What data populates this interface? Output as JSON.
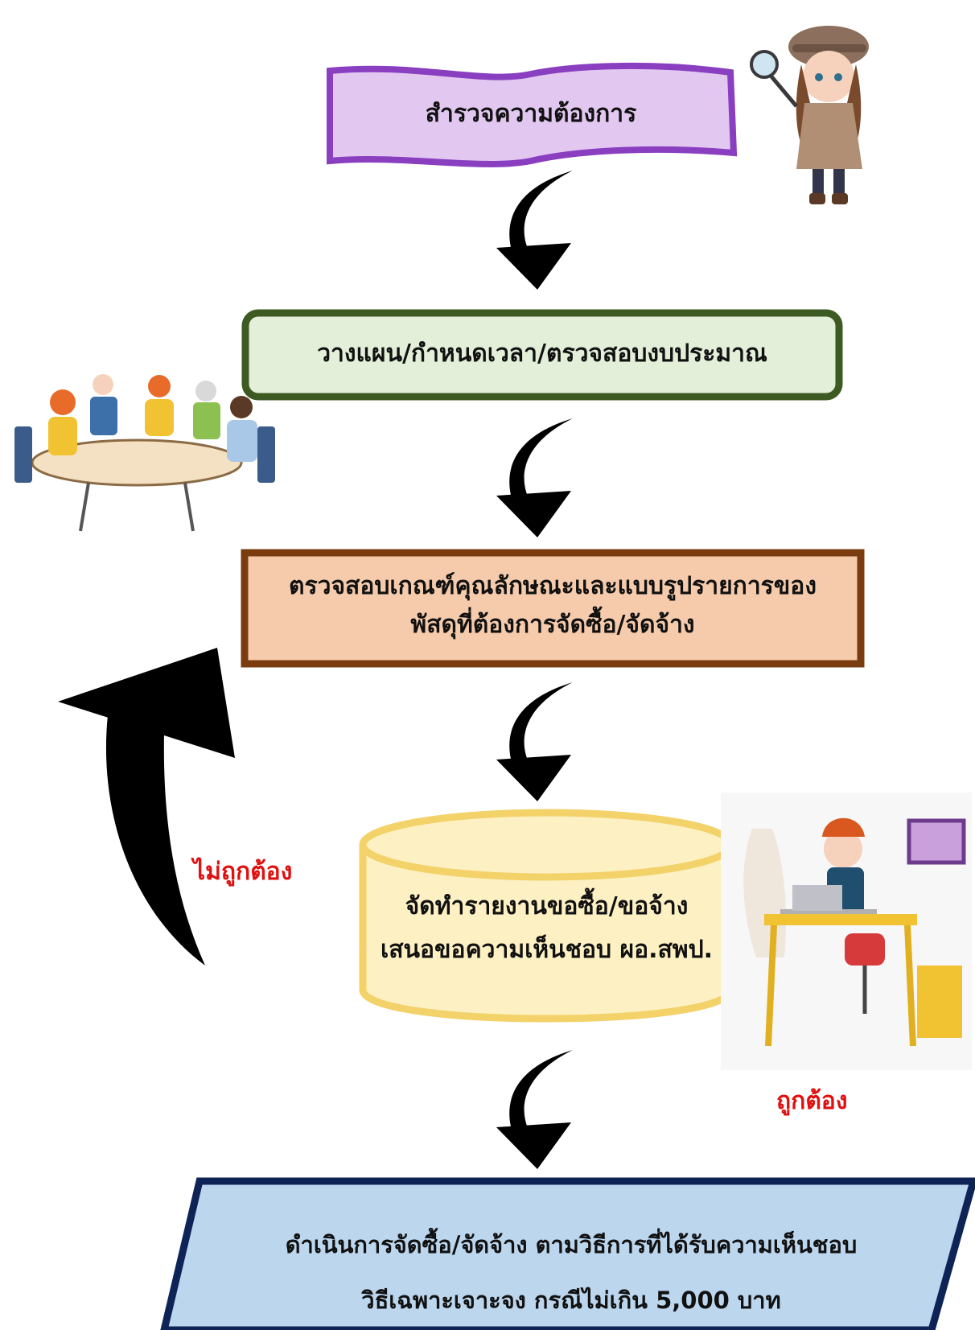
{
  "steps": {
    "survey": "สำรวจความต้องการ",
    "plan": "วางแผน/กำหนดเวลา/ตรวจสอบงบประมาณ",
    "check_line1": "ตรวจสอบเกณฑ์คุณลักษณะและแบบรูปรายการของ",
    "check_line2": "พัสดุที่ต้องการจัดซื้อ/จัดจ้าง",
    "report_line1": "จัดทำรายงานขอซื้อ/ขอจ้าง",
    "report_line2": "เสนอขอความเห็นชอบ ผอ.สพป.",
    "execute_line1": "ดำเนินการจัดซื้อ/จัดจ้าง ตามวิธีการที่ได้รับความเห็นชอบ",
    "execute_line2": "วิธีเฉพาะเจาะจง กรณีไม่เกิน 5,000 บาท"
  },
  "labels": {
    "incorrect": "ไม่ถูกต้อง",
    "correct": "ถูกต้อง"
  },
  "colors": {
    "survey_fill": "#e2c8f0",
    "survey_border": "#8a3ec0",
    "plan_fill": "#e3efd9",
    "plan_border": "#3d5a22",
    "check_fill": "#f6cbac",
    "check_border": "#7a3c0e",
    "report_fill": "#fdf1c4",
    "report_border": "#f3d26a",
    "execute_fill": "#bcd6ee",
    "execute_border": "#0f2456",
    "label_red": "#e01010"
  },
  "icons": [
    "detective-girl-illustration",
    "meeting-table-illustration",
    "office-worker-illustration"
  ]
}
